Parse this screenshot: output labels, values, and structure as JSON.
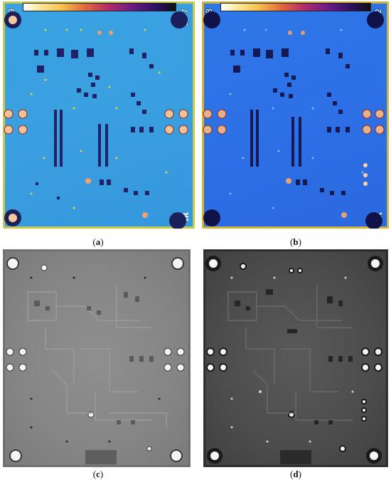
{
  "panels": {
    "a": {
      "caption": "a",
      "temp_max": "39.9",
      "temp_min": "27.7",
      "mark": "IR"
    },
    "b": {
      "caption": "b",
      "temp_max": "38.8",
      "temp_min": "27.2",
      "mark": "IR"
    },
    "c": {
      "caption": "c"
    },
    "d": {
      "caption": "d"
    }
  },
  "colors": {
    "thermal_a_bg": "#3aa3e0",
    "thermal_b_bg": "#2e6fe6",
    "hotspot": "#f3c19a",
    "xray_c_bg": "#858585",
    "xray_d_bg": "#4c4c4c"
  }
}
